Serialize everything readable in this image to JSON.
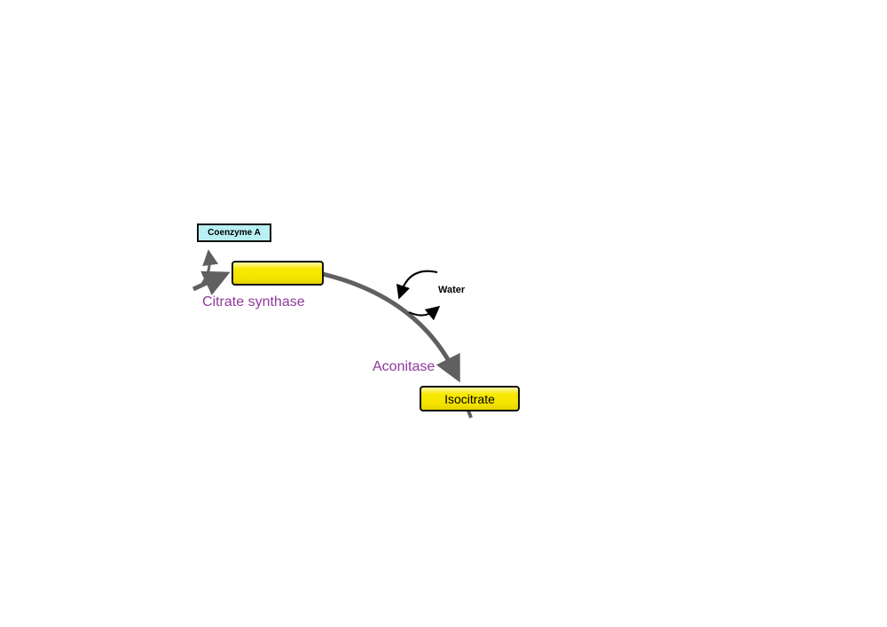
{
  "diagram": {
    "nodes": {
      "coenzyme_a": "Coenzyme A",
      "citrate_blank": "",
      "isocitrate": "Isocitrate"
    },
    "enzymes": {
      "citrate_synthase": "Citrate synthase",
      "aconitase": "Aconitase"
    },
    "side_products": {
      "water": "Water"
    },
    "colors": {
      "metabolite_box": "#f7e800",
      "cofactor_box": "#b8f0f4",
      "enzyme_text": "#8e3a9a",
      "arrow": "#606060"
    }
  }
}
